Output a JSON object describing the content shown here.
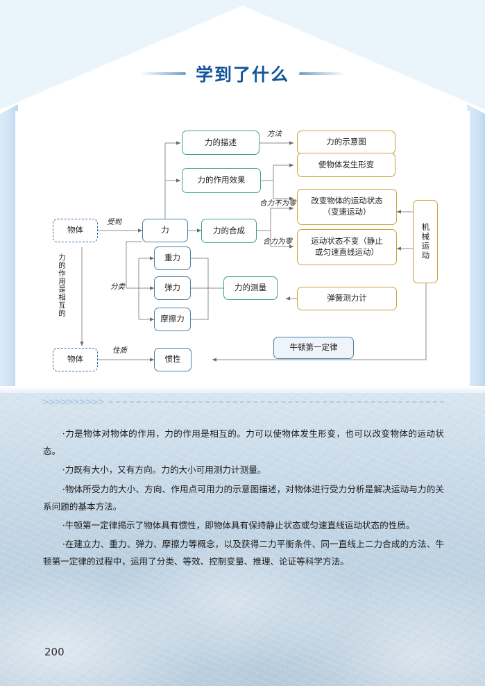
{
  "header": {
    "title": "学到了什么"
  },
  "diagram": {
    "nodes": {
      "object_top": "物体",
      "object_bottom": "物体",
      "force": "力",
      "force_description": "力的描述",
      "force_effect": "力的作用效果",
      "force_composition": "力的合成",
      "gravity": "重力",
      "elastic": "弹力",
      "friction": "摩擦力",
      "measurement": "力的测量",
      "inertia": "惯性",
      "schematic": "力的示意图",
      "deformation": "使物体发生形变",
      "change_motion": "改变物体的运动状态\n（变速运动）",
      "unchanged_motion": "运动状态不变（静止\n或匀速直线运动）",
      "spring_scale": "弹簧测力计",
      "newton_first_law": "牛顿第一定律",
      "mechanical_motion": "机械运动"
    },
    "labels": {
      "受到": "受到",
      "方法": "方法",
      "合力不为零": "合力不为零",
      "合力为零": "合力为零",
      "分类": "分类",
      "性质": "性质",
      "互相作用": "力的作用是相互的"
    }
  },
  "divider": {
    "chevrons": ">>>>>>>>>>"
  },
  "summary": {
    "paragraphs": [
      "·力是物体对物体的作用，力的作用是相互的。力可以使物体发生形变，也可以改变物体的运动状态。",
      "·力既有大小，又有方向。力的大小可用测力计测量。",
      "·物体所受力的大小、方向、作用点可用力的示意图描述，对物体进行受力分析是解决运动与力的关系问题的基本方法。",
      "·牛顿第一定律揭示了物体具有惯性，即物体具有保持静止状态或匀速直线运动状态的性质。",
      "·在建立力、重力、弹力、摩擦力等概念，以及获得二力平衡条件、同一直线上二力合成的方法、牛顿第一定律的过程中，运用了分类、等效、控制变量、推理、论证等科学方法。"
    ]
  },
  "footer": {
    "page_number": "200"
  },
  "colors": {
    "title_blue": "#12549b",
    "teal_border": "#3f9e96",
    "blue_border": "#4a7fa5",
    "gold_border": "#c9a23a",
    "dash_border": "#2f6ea5",
    "bg_blue": "#eaf4fb"
  }
}
